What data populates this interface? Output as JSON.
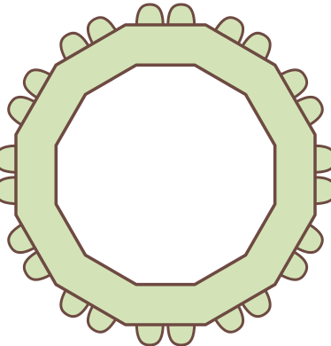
{
  "figure": {
    "shape": "twelve-sided ring with twenty-four rounded bumps around its outer edge",
    "ring_sides": 12,
    "bump_count": 24,
    "colors": {
      "fill": "#d3e3b7",
      "outline": "#6e4a42",
      "background": "#ffffff",
      "center": "#ffffff"
    }
  }
}
